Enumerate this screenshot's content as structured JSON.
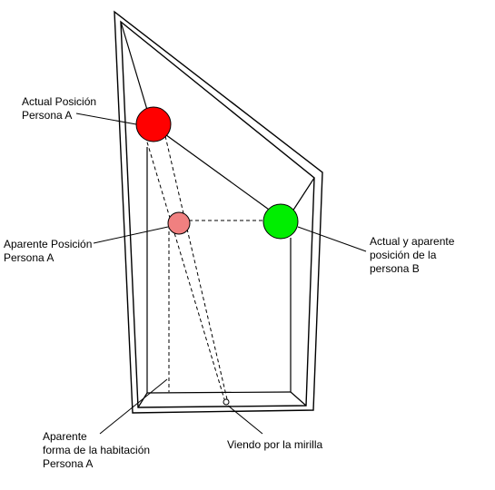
{
  "labels": {
    "actual_a_line1": "Actual Posición",
    "actual_a_line2": "Persona A",
    "apparent_a_line1": "Aparente Posición",
    "apparent_a_line2": "Persona A",
    "b_line1": "Actual y aparente",
    "b_line2": "posición de la",
    "b_line3": "persona B",
    "room_line1": "Aparente",
    "room_line2": "forma de la habitación",
    "room_line3": "Persona A",
    "peephole": "Viendo por la mirilla"
  },
  "colors": {
    "person_a_actual": "#ff0000",
    "person_a_apparent": "#f08080",
    "person_b": "#00ee00",
    "lines": "#000000"
  }
}
